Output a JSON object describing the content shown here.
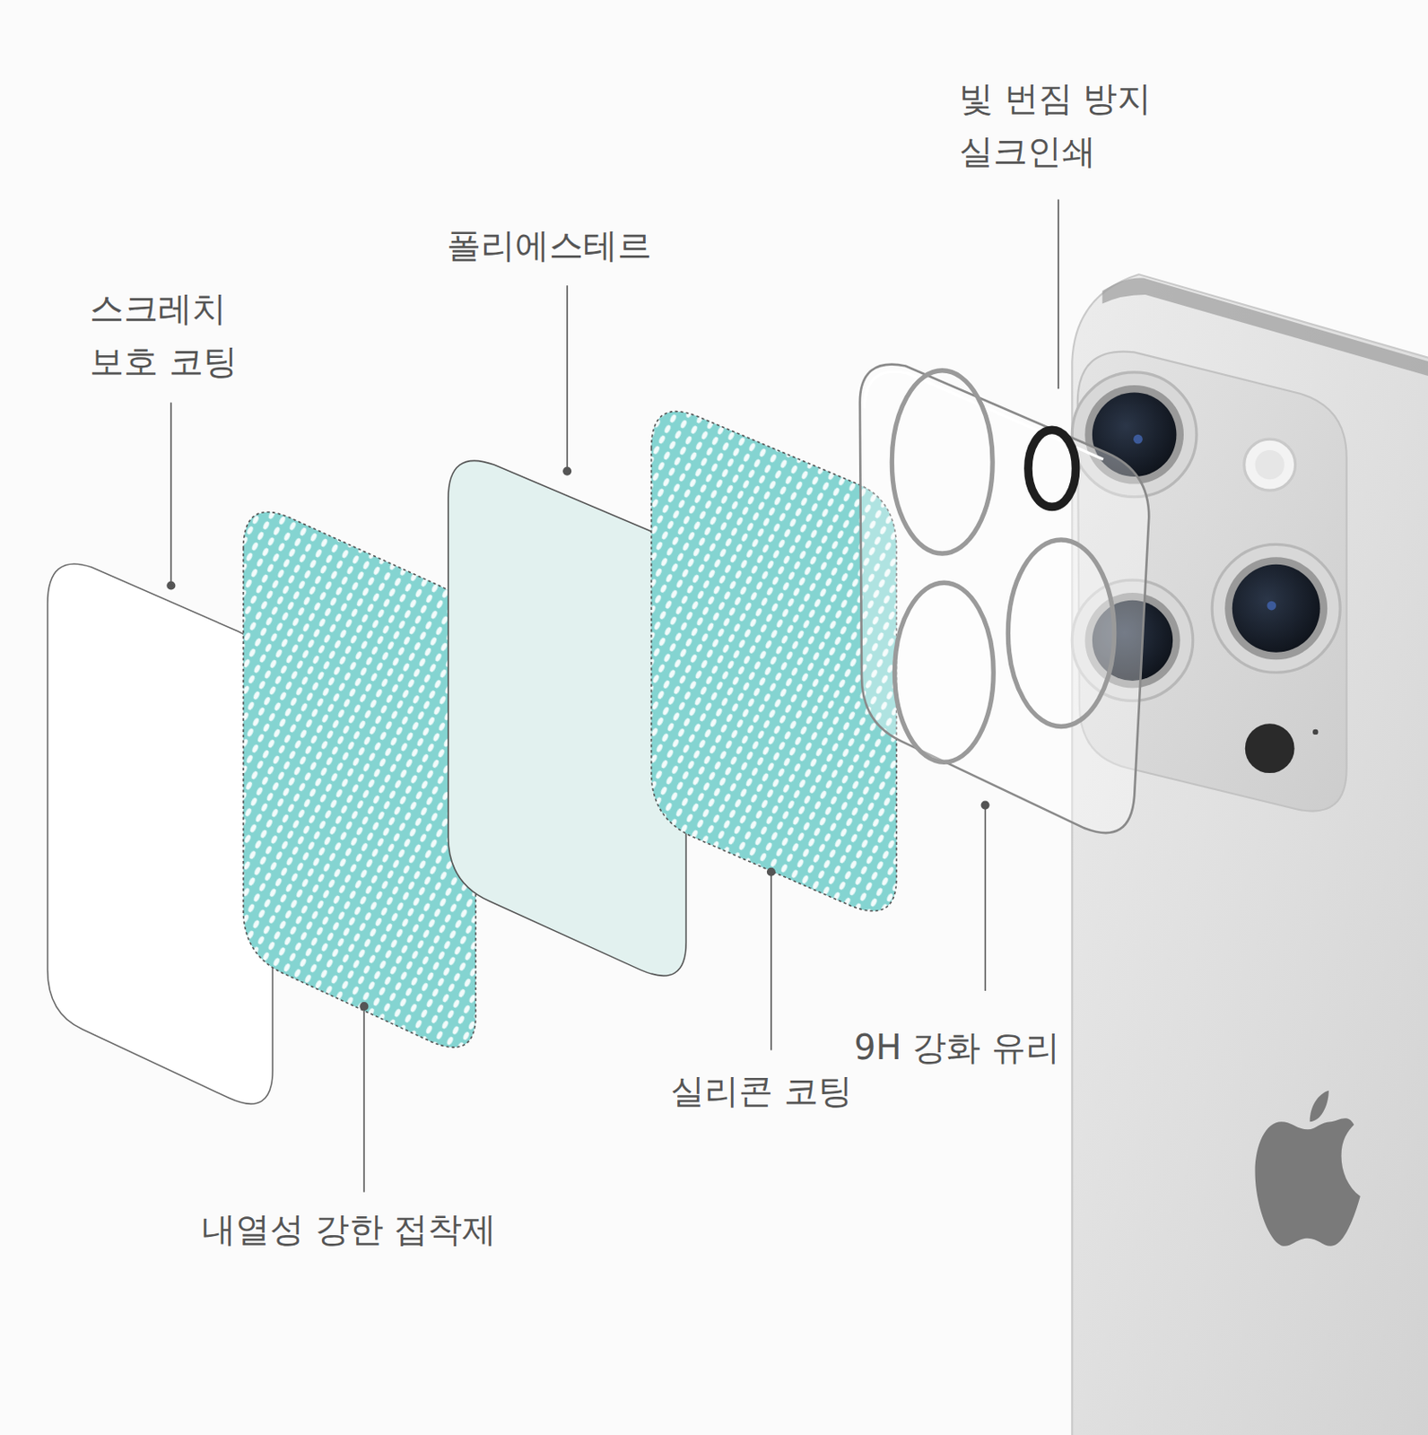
{
  "diagram": {
    "labels": [
      "빛 번짐 방지 실크인쇄",
      "폴리에스테르",
      "스크레치 보호 코팅",
      "9H 강화 유리",
      "실리콘 코팅",
      "내열성 강한 접착제"
    ]
  }
}
